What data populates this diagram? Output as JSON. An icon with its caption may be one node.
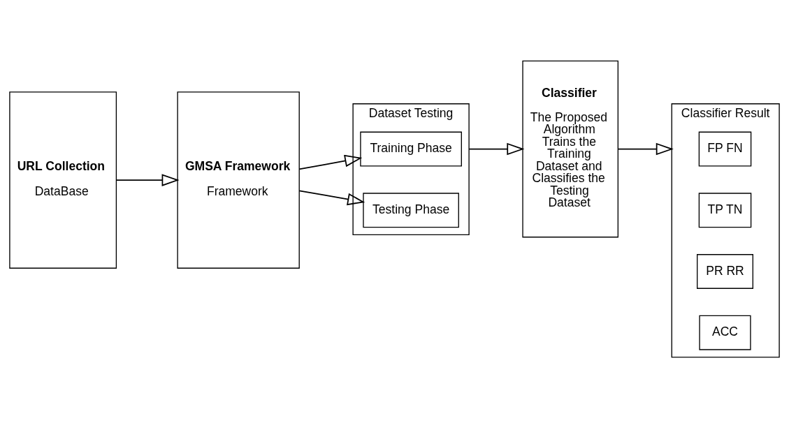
{
  "diagram": {
    "nodes": [
      {
        "text": [
          "URL Collection",
          "DataBase"
        ]
      },
      {
        "text": [
          "GMSA Framework",
          "Framework"
        ]
      },
      {
        "text": [
          "Dataset Testing"
        ]
      },
      {
        "text": [
          "Training Phase"
        ],
        "in": 2
      },
      {
        "text": [
          "Testing Phase"
        ],
        "in": 2
      },
      {
        "text": [
          "Classifier",
          "The Proposed Algorithm Trains the Training Dataset and Classifies the Testing Dataset"
        ]
      },
      {
        "text": [
          "Classifier Result"
        ]
      },
      {
        "text": [
          "FP FN"
        ],
        "in": 6
      },
      {
        "text": [
          "TP TN"
        ],
        "in": 6
      },
      {
        "text": [
          "PR RR"
        ],
        "in": 6
      },
      {
        "text": [
          "ACC"
        ],
        "in": 6
      }
    ],
    "edges": [
      {
        "from": 0,
        "to": 1,
        "arrow": "to"
      },
      {
        "from": 1,
        "to": 3,
        "arrow": "to"
      },
      {
        "from": 1,
        "to": 4,
        "arrow": "to"
      },
      {
        "from": 2,
        "to": 5,
        "arrow": "to"
      },
      {
        "from": 5,
        "to": 6,
        "arrow": "to"
      }
    ]
  }
}
